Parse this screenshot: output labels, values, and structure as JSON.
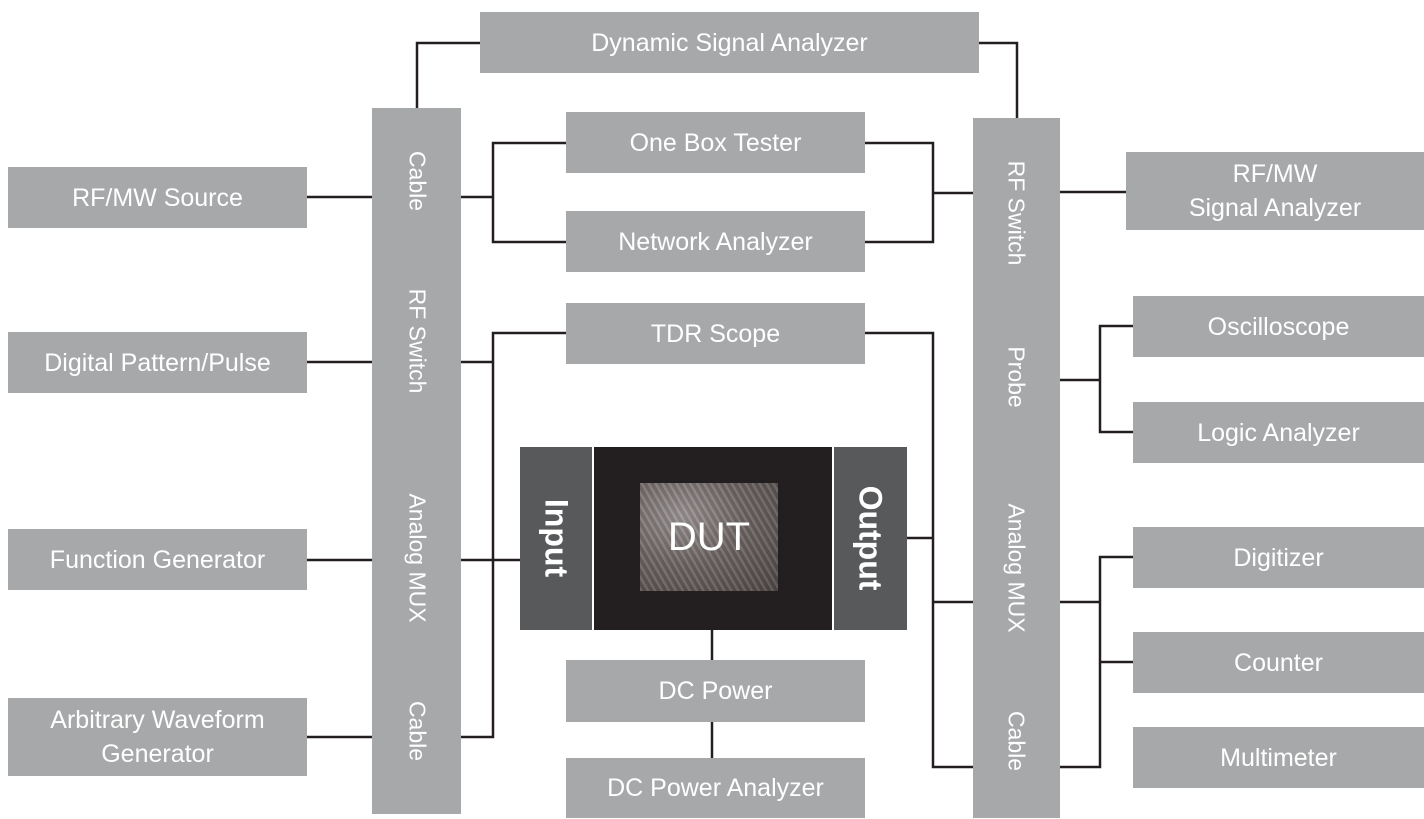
{
  "colors": {
    "box": "#a7a8aa",
    "line": "#231f20",
    "dark": "#231f20",
    "port": "#58595b"
  },
  "top": {
    "dynamic_signal_analyzer": "Dynamic Signal Analyzer"
  },
  "left_instruments": [
    {
      "id": "rf-mw-source",
      "label": "RF/MW Source"
    },
    {
      "id": "digital-pattern-pulse",
      "label": "Digital Pattern/Pulse"
    },
    {
      "id": "function-generator",
      "label": "Function Generator"
    },
    {
      "id": "arbitrary-waveform-generator",
      "label_line1": "Arbitrary Waveform",
      "label_line2": "Generator"
    }
  ],
  "left_bar": {
    "labels": [
      "Cable",
      "RF Switch",
      "Analog MUX",
      "Cable"
    ]
  },
  "middle": {
    "one_box_tester": "One Box Tester",
    "network_analyzer": "Network Analyzer",
    "tdr_scope": "TDR Scope",
    "dc_power": "DC Power",
    "dc_power_analyzer": "DC Power Analyzer"
  },
  "dut": {
    "input": "Input",
    "label": "DUT",
    "output": "Output"
  },
  "right_bar": {
    "labels": [
      "RF Switch",
      "Probe",
      "Analog MUX",
      "Cable"
    ]
  },
  "right_instruments": {
    "rf_mw_signal_analyzer_line1": "RF/MW",
    "rf_mw_signal_analyzer_line2": "Signal Analyzer",
    "oscilloscope": "Oscilloscope",
    "logic_analyzer": "Logic Analyzer",
    "digitizer": "Digitizer",
    "counter": "Counter",
    "multimeter": "Multimeter"
  }
}
